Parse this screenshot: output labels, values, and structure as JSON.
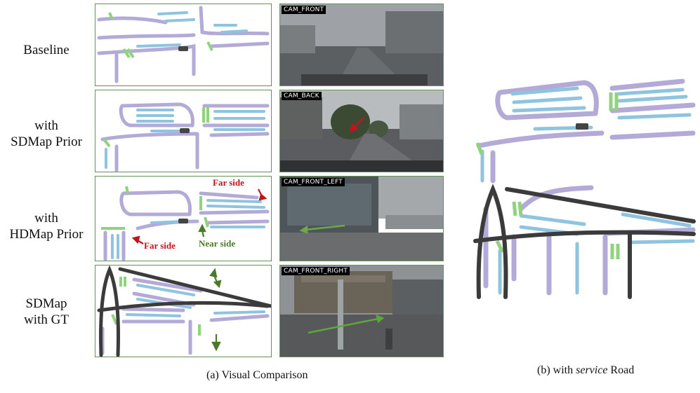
{
  "rows": [
    {
      "label_lines": [
        "Baseline"
      ]
    },
    {
      "label_lines": [
        "with",
        "SDMap Prior"
      ]
    },
    {
      "label_lines": [
        "with",
        "HDMap Prior"
      ]
    },
    {
      "label_lines": [
        "SDMap",
        "with GT"
      ]
    }
  ],
  "cameras": [
    "CAM_FRONT",
    "CAM_BACK",
    "CAM_FRONT_LEFT",
    "CAM_FRONT_RIGHT"
  ],
  "annotations": {
    "far_side_top": "Far side",
    "far_side_left": "Far side",
    "near_side": "Near side"
  },
  "captions": {
    "left_prefix": "(a) Visual Comparison",
    "right_prefix": "(b) with ",
    "right_italic": "service",
    "right_suffix": " Road"
  },
  "colors": {
    "lane_divider": "#8ec4e0",
    "road_boundary": "#b4aad8",
    "crosswalk": "#8fd47c",
    "sd_road": "#3b3b3b",
    "far_side_text": "#c0141c",
    "near_side_text": "#4b7a2a",
    "panel_border": "#6a8f5a"
  }
}
